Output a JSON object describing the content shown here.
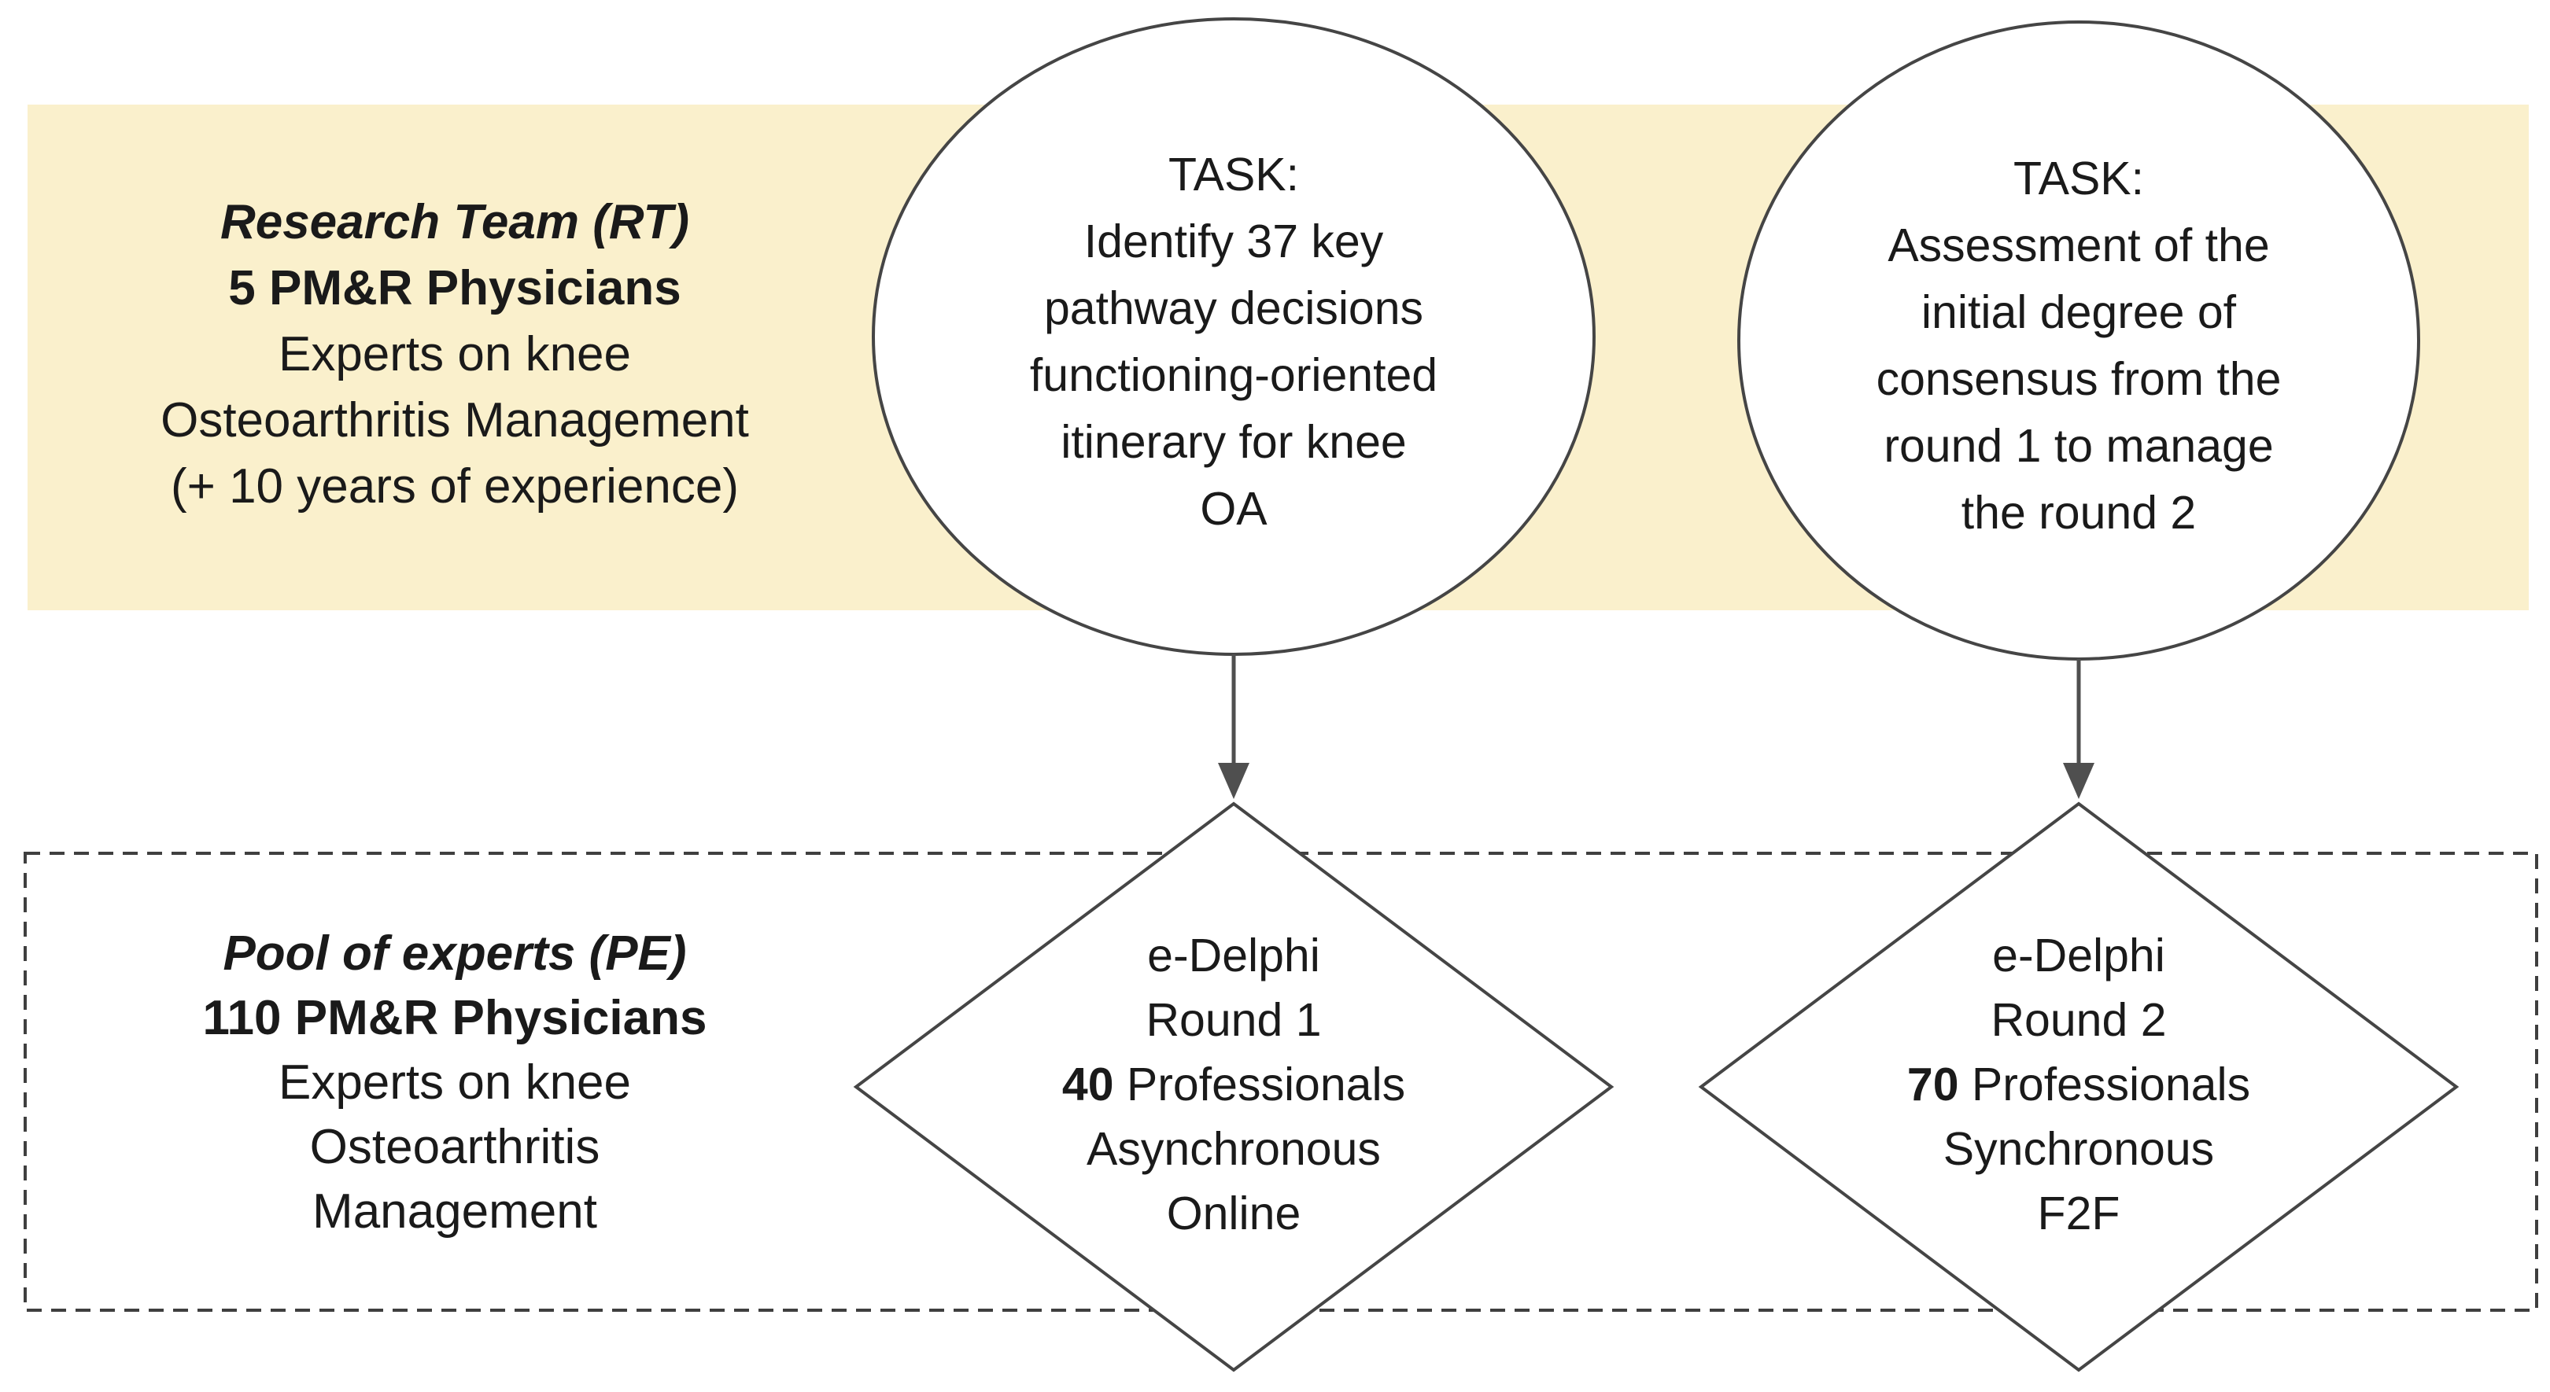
{
  "colors": {
    "background": "#ffffff",
    "band_bg": "#faf0cc",
    "shape_stroke": "#454545",
    "dash_stroke": "#3f3f3f",
    "arrow": "#4f4f4f",
    "text": "#1a1a1a"
  },
  "research_team": {
    "line1": "Research Team (RT)",
    "line2": "5 PM&R Physicians",
    "line3": "Experts on knee",
    "line4": "Osteoarthritis Management",
    "line5": "(+ 10 years of experience)"
  },
  "task1": {
    "line1": "TASK:",
    "line2": "Identify 37 key",
    "line3": "pathway decisions",
    "line4": "functioning-oriented",
    "line5": "itinerary for knee",
    "line6": "OA"
  },
  "task2": {
    "line1": "TASK:",
    "line2": "Assessment of the",
    "line3": "initial degree of",
    "line4": "consensus from the",
    "line5": "round 1 to manage",
    "line6": "the round 2"
  },
  "pool": {
    "line1": "Pool of experts (PE)",
    "line2": "110 PM&R Physicians",
    "line3": "Experts on knee",
    "line4": "Osteoarthritis",
    "line5": "Management"
  },
  "round1": {
    "line1": "e-Delphi",
    "line2": "Round 1",
    "count": "40",
    "count_rest": " Professionals",
    "line4": "Asynchronous",
    "line5": "Online"
  },
  "round2": {
    "line1": "e-Delphi",
    "line2": "Round 2",
    "count": "70",
    "count_rest": " Professionals",
    "line4": "Synchronous",
    "line5": "F2F"
  }
}
